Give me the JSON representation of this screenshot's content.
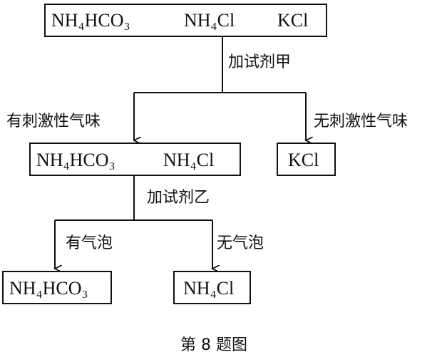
{
  "top_box": {
    "items": [
      "NH₄HCO₃",
      "NH₄Cl",
      "KCl"
    ]
  },
  "step1": {
    "reagent": "加试剂甲",
    "left_result": "有刺激性气味",
    "right_result": "无刺激性气味"
  },
  "middle_left_box": {
    "items": [
      "NH₄HCO₃",
      "NH₄Cl"
    ]
  },
  "middle_right_box": {
    "items": [
      "KCl"
    ]
  },
  "step2": {
    "reagent": "加试剂乙",
    "left_result": "有气泡",
    "right_result": "无气泡"
  },
  "bottom_left_box": {
    "items": [
      "NH₄HCO₃"
    ]
  },
  "bottom_right_box": {
    "items": [
      "NH₄Cl"
    ]
  },
  "caption": "第 8 题图"
}
